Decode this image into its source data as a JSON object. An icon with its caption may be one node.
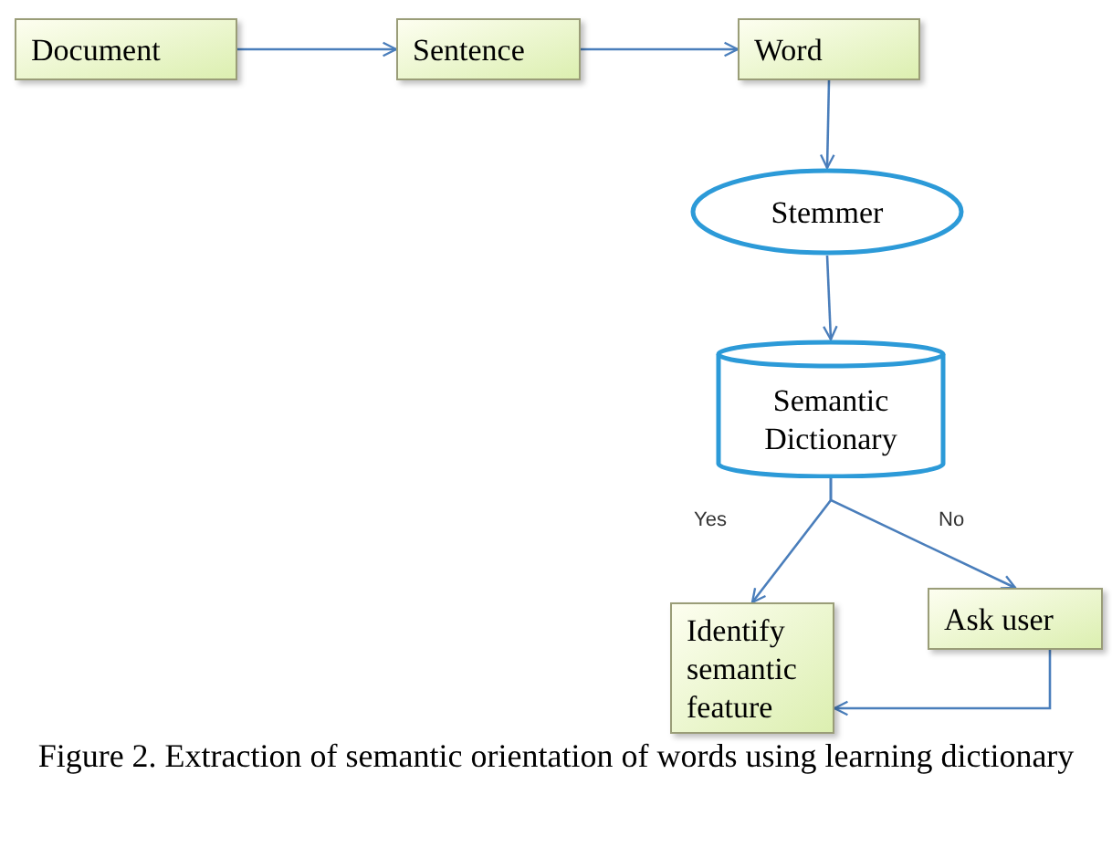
{
  "diagram": {
    "caption": "Figure 2. Extraction of semantic orientation of words using learning dictionary",
    "nodes": [
      {
        "text": [
          "Document"
        ]
      },
      {
        "text": [
          "Sentence"
        ]
      },
      {
        "text": [
          "Word"
        ]
      },
      {
        "text": [
          "Stemmer"
        ]
      },
      {
        "text": [
          "Semantic Dictionary"
        ]
      },
      {
        "text": [
          "Identify semantic feature"
        ]
      },
      {
        "text": [
          "Ask user"
        ]
      }
    ],
    "edges": [
      {
        "from": 0,
        "to": 1,
        "arrow": "to"
      },
      {
        "from": 1,
        "to": 2,
        "arrow": "to"
      },
      {
        "from": 2,
        "to": 3,
        "arrow": "to"
      },
      {
        "from": 3,
        "to": 4,
        "arrow": "to"
      },
      {
        "from": 4,
        "to": 5,
        "arrow": "to",
        "label": "Yes"
      },
      {
        "from": 4,
        "to": 6,
        "arrow": "to",
        "label": "No"
      },
      {
        "from": 6,
        "to": 5,
        "arrow": "to"
      }
    ]
  }
}
